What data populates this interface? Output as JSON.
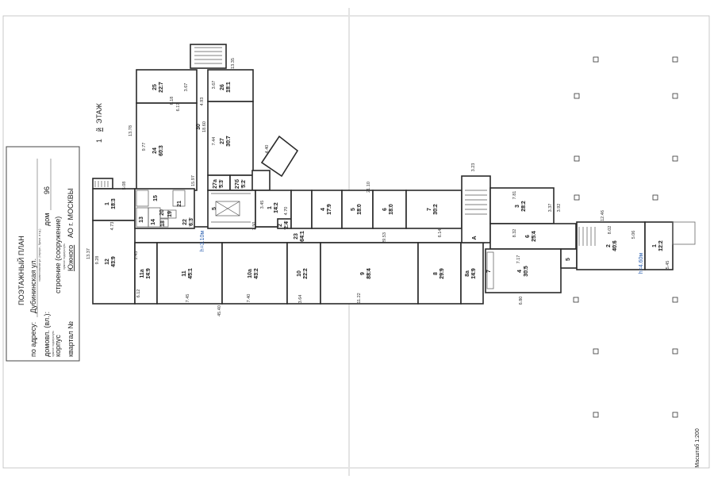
{
  "stamp": {
    "title": "ПОЭТАЖНЫЙ ПЛАН",
    "address_label": "по адресу:",
    "address_value": "Дубининская ул.",
    "address_hint": "наименование ул. (переул., бульв. и т.д.)",
    "domovl_label": "домовл. (вл.):",
    "domovl_hint": "нужное подчеркнуть",
    "dom_label": "дом",
    "dom_value": "96",
    "korpus_label": "корпус",
    "stroenie_label": "строение (сооружение)",
    "stroenie_hint": "нужное подчеркнуть",
    "kvartal_label": "квартал №",
    "okrug_value": "Южного",
    "okrug_suffix": "АО г. МОСКВЫ"
  },
  "floor": {
    "number": "1",
    "suffix": "й",
    "label": "ЭТАЖ"
  },
  "scale": "Масштаб 1:200",
  "heights": [
    "h=3.10м",
    "h=4.60м"
  ],
  "rooms": [
    {
      "no": "25",
      "area": "22.7"
    },
    {
      "no": "24",
      "area": "60.3"
    },
    {
      "no": "26",
      "area": "18.1"
    },
    {
      "no": "27",
      "area": "30.7"
    },
    {
      "no": "27a",
      "area": "5.3"
    },
    {
      "no": "27б",
      "area": "5.2"
    },
    {
      "no": "1",
      "area": "18.3"
    },
    {
      "no": "12",
      "area": "43.9"
    },
    {
      "no": "11a",
      "area": "14.9"
    },
    {
      "no": "11",
      "area": "45.1"
    },
    {
      "no": "10a",
      "area": "43.2"
    },
    {
      "no": "10",
      "area": "22.2"
    },
    {
      "no": "9",
      "area": "88.4"
    },
    {
      "no": "8",
      "area": "29.9"
    },
    {
      "no": "8a",
      "area": "14.9"
    },
    {
      "no": "1",
      "area": "14.2"
    },
    {
      "no": "2",
      "area": "2.4"
    },
    {
      "no": "23",
      "area": "64.1"
    },
    {
      "no": "22",
      "area": "6.3"
    },
    {
      "no": "4",
      "area": "17.9"
    },
    {
      "no": "5",
      "area": "18.0"
    },
    {
      "no": "6",
      "area": "18.0"
    },
    {
      "no": "7",
      "area": "30.2"
    },
    {
      "no": "3",
      "area": "28.2"
    },
    {
      "no": "6",
      "area": "25.4"
    },
    {
      "no": "4",
      "area": "30.5"
    },
    {
      "no": "2",
      "area": "40.6"
    },
    {
      "no": "1",
      "area": "12.2"
    }
  ],
  "plain_labels": [
    "13",
    "14",
    "15",
    "21",
    "5",
    "30",
    "A",
    "5",
    "7",
    "18",
    "20",
    "19"
  ],
  "dims": [
    "13.35",
    "3.67",
    "6.18",
    "6.17",
    "13.78",
    "9.77",
    "18.60",
    "15.97",
    "3.67",
    "4.93",
    "7.44",
    "4.40",
    "5.08",
    "13.37",
    "9.28",
    "4.73",
    "2.43",
    "6.12",
    "7.45",
    "7.40",
    "3.64",
    "45.40",
    "11.22",
    "21.10",
    "29.53",
    "6.14",
    "3.23",
    "7.81",
    "3.37",
    "3.92",
    "12.46",
    "8.32",
    "7.17",
    "8.02",
    "5.06",
    "5.45",
    "6.80",
    "4.70",
    "3.45",
    "7.50"
  ]
}
